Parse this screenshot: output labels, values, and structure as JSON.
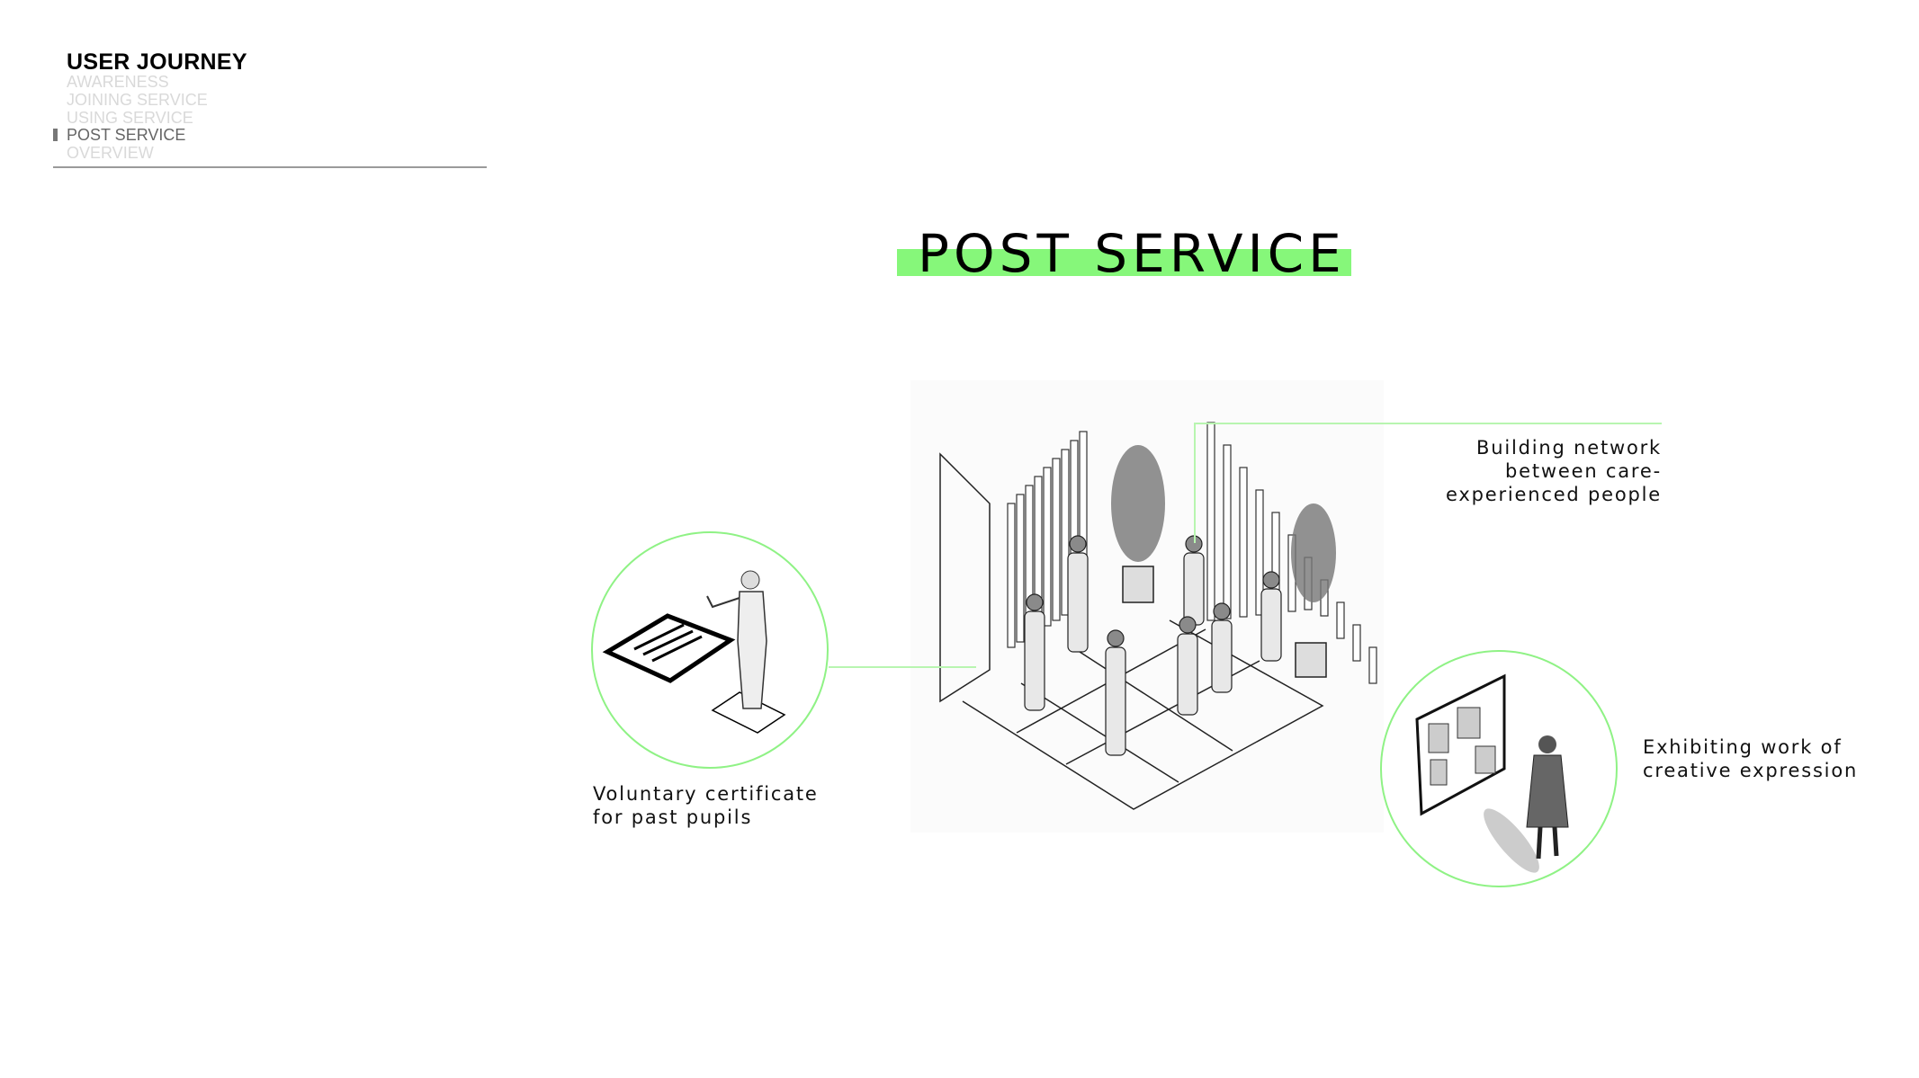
{
  "nav": {
    "title": "USER JOURNEY",
    "items": [
      {
        "label": "AWARENESS",
        "active": false
      },
      {
        "label": "JOINING SERVICE",
        "active": false
      },
      {
        "label": "USING SERVICE",
        "active": false
      },
      {
        "label": "POST SERVICE",
        "active": true
      },
      {
        "label": "OVERVIEW",
        "active": false
      }
    ]
  },
  "page": {
    "title": "POST SERVICE",
    "accent": "#86f77a"
  },
  "callouts": {
    "network": [
      "Building network",
      "between care-",
      "experienced people"
    ],
    "certificate": [
      "Voluntary certificate",
      "for past pupils"
    ],
    "exhibit": [
      "Exhibiting work of",
      "creative expression"
    ]
  }
}
